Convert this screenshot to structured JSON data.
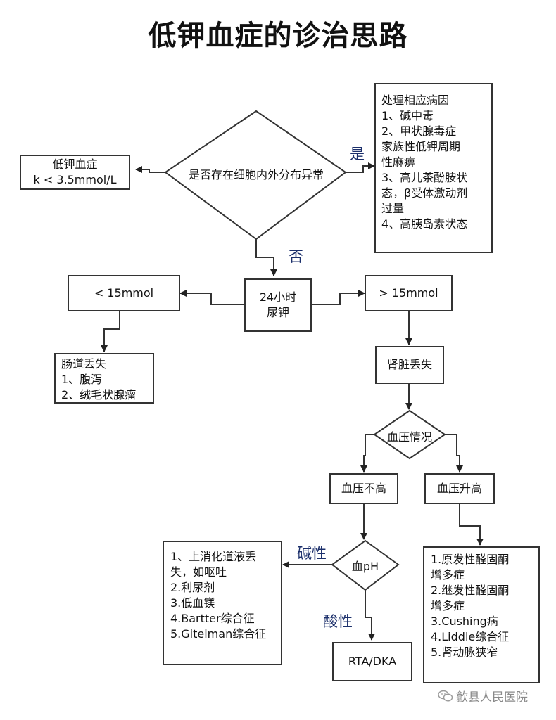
{
  "title": "低钾血症的诊治思路",
  "nodes": {
    "hypokalemia": [
      "低钾血症",
      "k < 3.5mmol/L"
    ],
    "question": "是否存在细胞内外分布异常",
    "treat": [
      "处理相应病因",
      "1、碱中毒",
      "2、甲状腺毒症",
      "家族性低钾周期",
      "性麻痹",
      "3、高儿茶酚胺状",
      "态，β受体激动剂",
      "过量",
      "4、高胰岛素状态"
    ],
    "urine": [
      "24小时",
      "尿钾"
    ],
    "lt15": "< 15mmol",
    "gt15": "> 15mmol",
    "gut": [
      "肠道丢失",
      "1、腹泻",
      "2、绒毛状腺瘤"
    ],
    "renal": "肾脏丢失",
    "bp": "血压情况",
    "bp_normal": "血压不高",
    "bp_high": "血压升高",
    "ph": "血pH",
    "alkaline_list": [
      "1、上消化道液丢",
      "失，如呕吐",
      "2.利尿剂",
      "3.低血镁",
      "4.Bartter综合征",
      "5.Gitelman综合征"
    ],
    "rta": "RTA/DKA",
    "hypertension_list": [
      "1.原发性醛固酮",
      "增多症",
      "2.继发性醛固酮",
      "增多症",
      "3.Cushing病",
      "4.Liddle综合征",
      "5.肾动脉狭窄"
    ]
  },
  "edge_labels": {
    "yes": "是",
    "no": "否",
    "alkaline": "碱性",
    "acid": "酸性"
  },
  "watermark": "歙县人民医院"
}
